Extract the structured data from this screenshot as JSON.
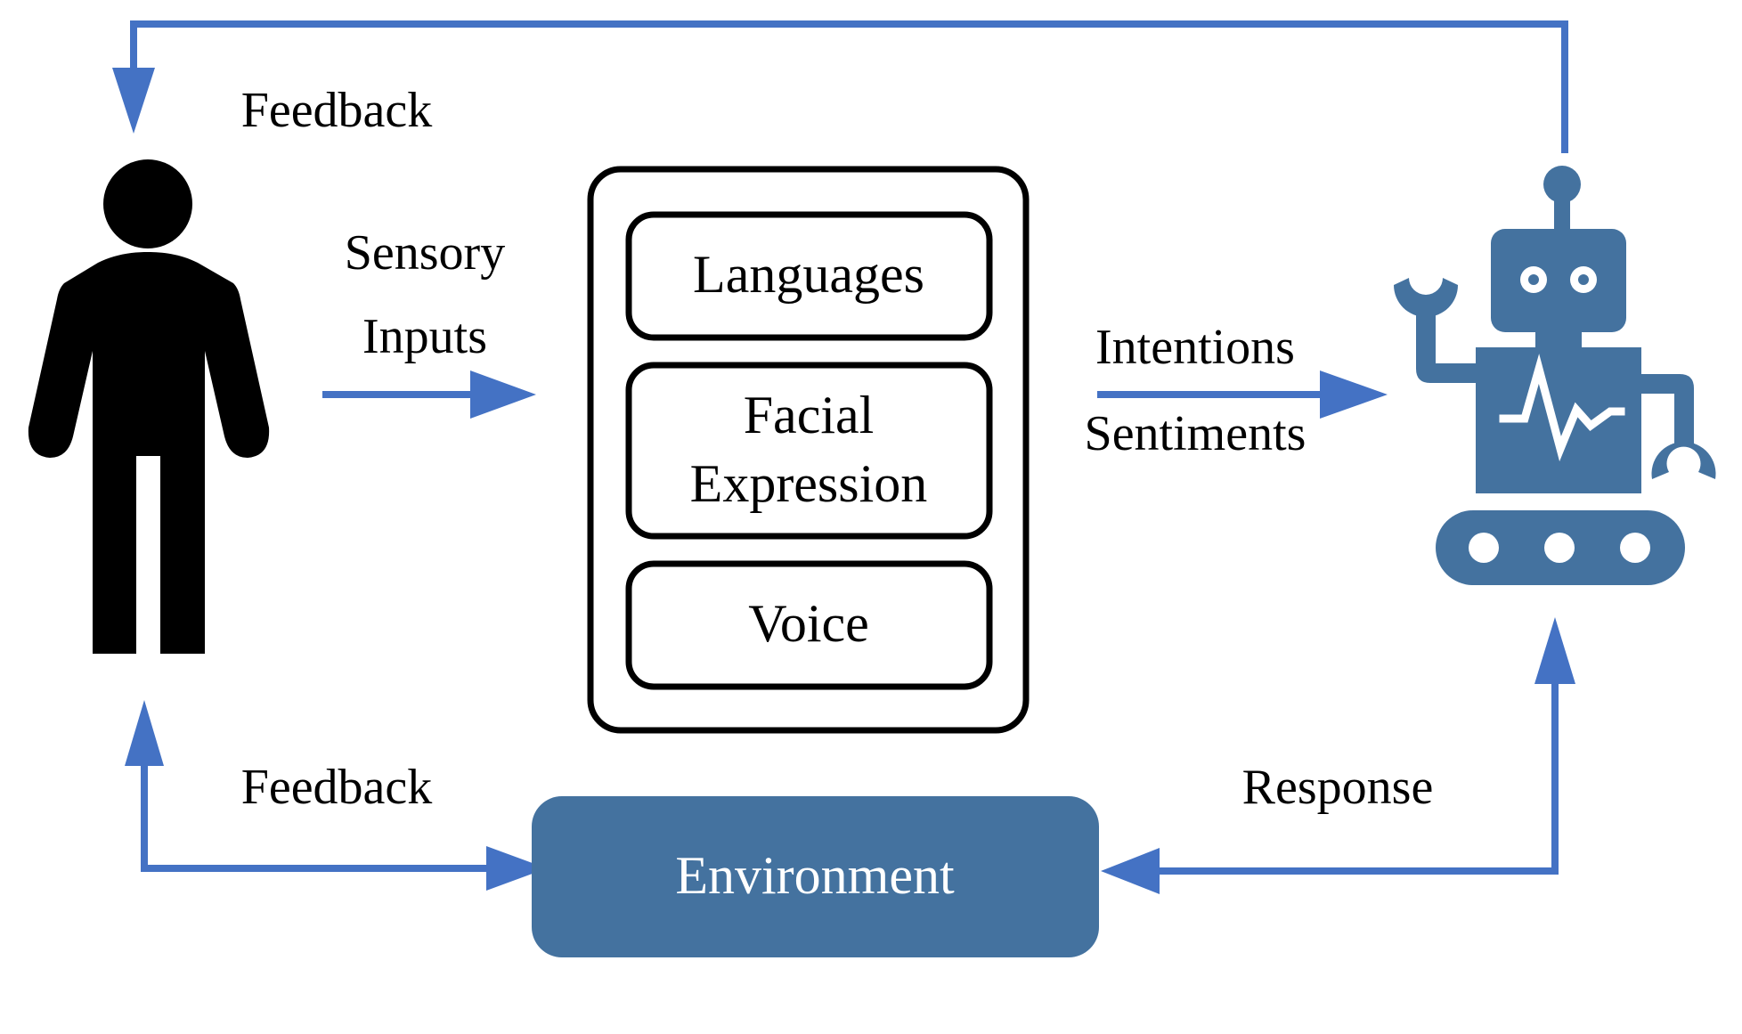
{
  "colors": {
    "arrow": "#4472C4",
    "robot": "#44729F",
    "environment": "#44729F",
    "person": "#000000",
    "text": "#000000",
    "environment_text": "#ffffff"
  },
  "labels": {
    "feedback_top": "Feedback",
    "sensory_line1": "Sensory",
    "sensory_line2": "Inputs",
    "intentions": "Intentions",
    "sentiments": "Sentiments",
    "feedback_bottom": "Feedback",
    "response": "Response"
  },
  "modalities": {
    "languages": "Languages",
    "facial_line1": "Facial",
    "facial_line2": "Expression",
    "voice": "Voice"
  },
  "environment": {
    "label": "Environment"
  },
  "icons": {
    "person": "person-icon",
    "robot": "robot-icon"
  }
}
